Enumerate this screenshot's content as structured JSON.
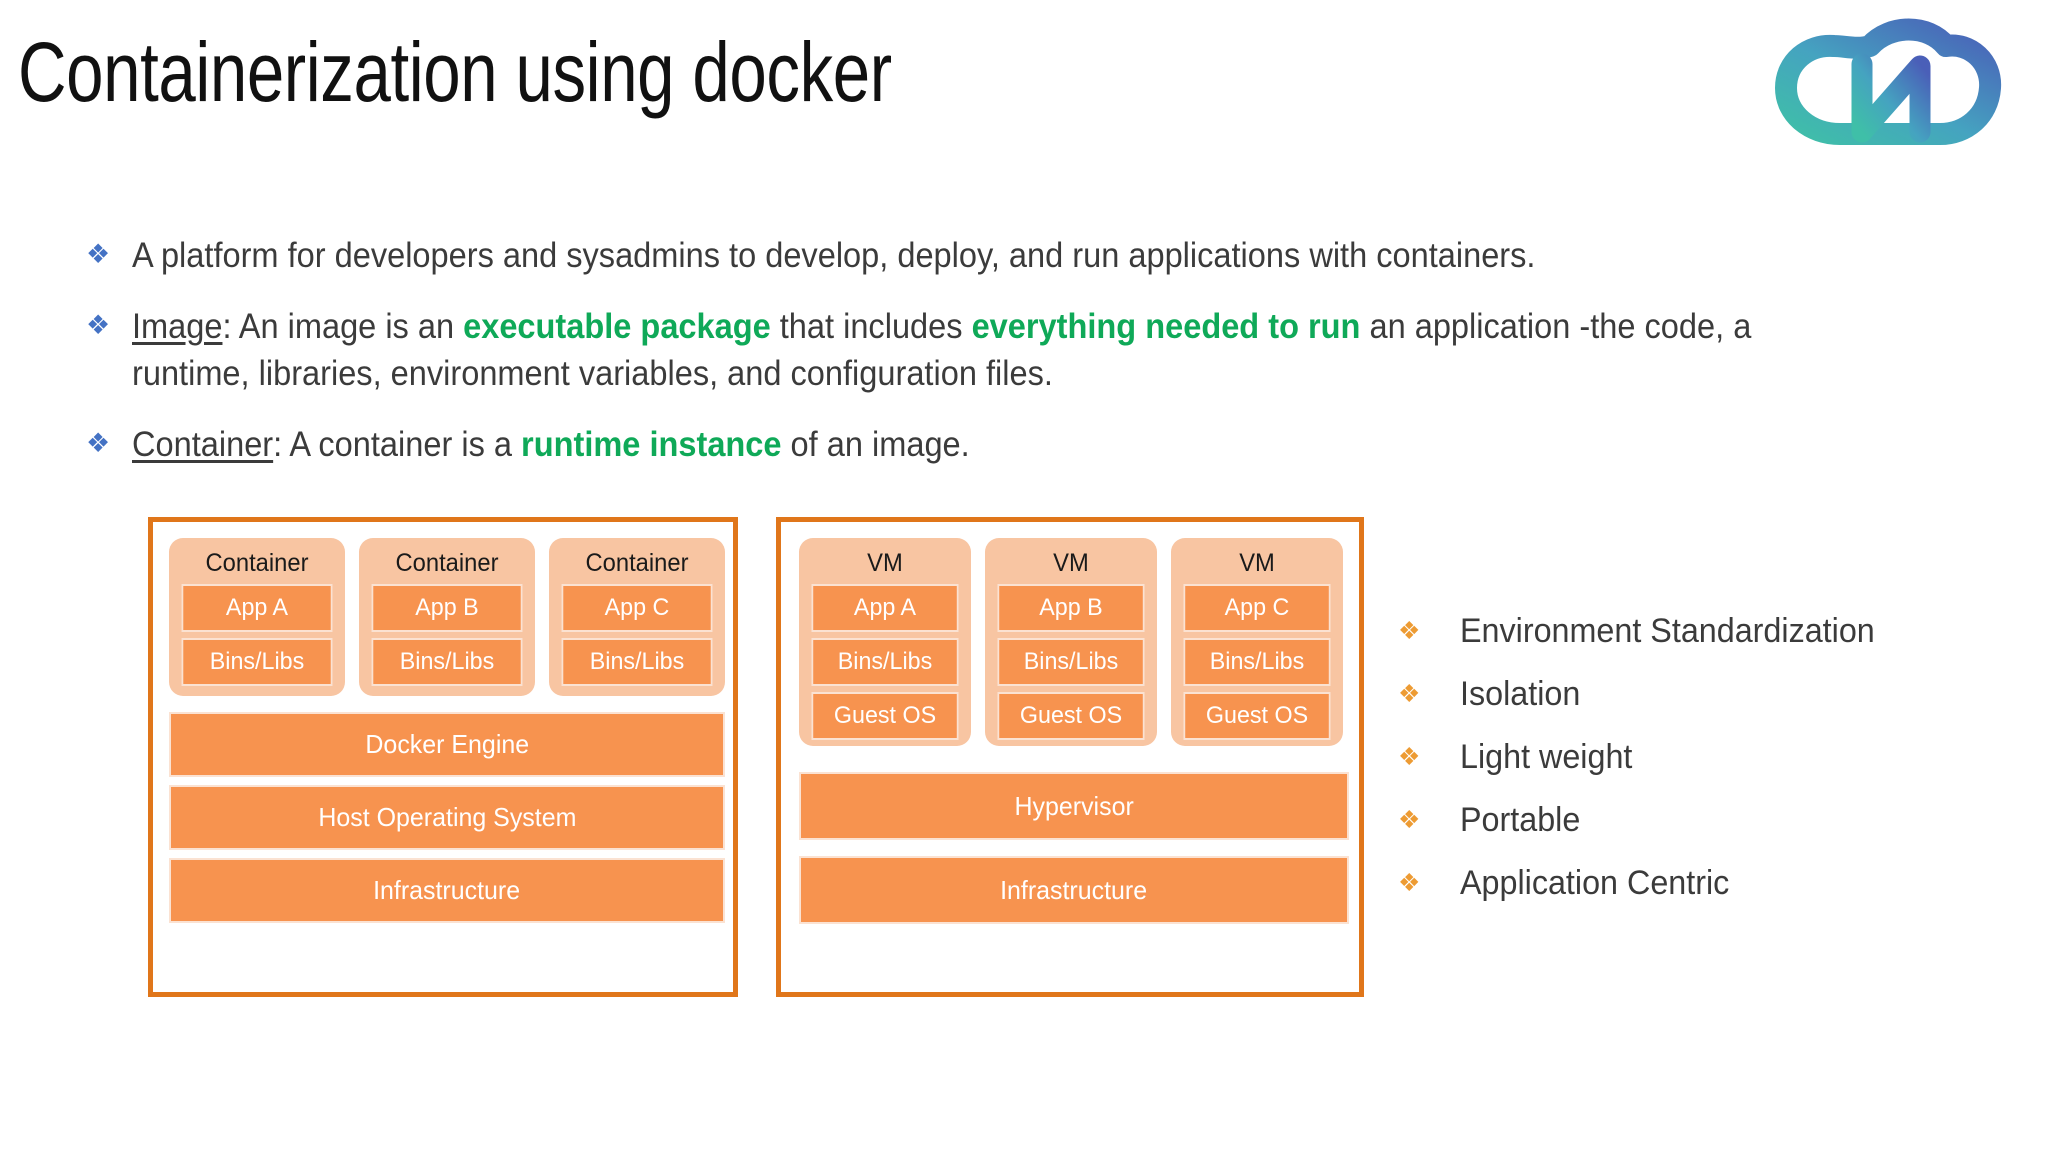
{
  "slide": {
    "title": "Containerization using docker",
    "logo": {
      "name": "cn-cloud-logo",
      "gradient_from": "#3FBFA8",
      "gradient_to": "#4A63B5"
    },
    "bullet_marker": "❖",
    "bullet_color_blue": "#4472C4",
    "bullet_color_orange": "#ED9B33",
    "highlight_color": "#0FA958",
    "bullets": [
      {
        "marker": "❖",
        "segments": [
          {
            "text": "A platform for developers and sysadmins to develop, deploy, and run applications with containers.",
            "style": "normal"
          }
        ]
      },
      {
        "marker": "❖",
        "segments": [
          {
            "text": "Image",
            "style": "underline"
          },
          {
            "text": ": An image is an ",
            "style": "normal"
          },
          {
            "text": "executable package",
            "style": "bold-green"
          },
          {
            "text": " that includes ",
            "style": "normal"
          },
          {
            "text": "everything needed to run",
            "style": "bold-green"
          },
          {
            "text": " an application -the code, a runtime, libraries, environment variables, and configuration files.",
            "style": "normal"
          }
        ]
      },
      {
        "marker": "❖",
        "segments": [
          {
            "text": "Container",
            "style": "underline"
          },
          {
            "text": ": A container is a ",
            "style": "normal"
          },
          {
            "text": "runtime instance",
            "style": "bold-green"
          },
          {
            "text": " of an image.",
            "style": "normal"
          }
        ]
      }
    ],
    "diagrams": {
      "colors": {
        "frame_border": "#E0761A",
        "pod_fill": "#F8C5A2",
        "cell_fill": "#F7934F",
        "cell_border": "#FBE2D2",
        "cell_text": "#FFFFFF",
        "pod_title_text": "#1A1A1A"
      },
      "docker": {
        "name": "docker-architecture",
        "pods": [
          {
            "title": "Container",
            "cells": [
              "App A",
              "Bins/Libs"
            ]
          },
          {
            "title": "Container",
            "cells": [
              "App B",
              "Bins/Libs"
            ]
          },
          {
            "title": "Container",
            "cells": [
              "App C",
              "Bins/Libs"
            ]
          }
        ],
        "bars": [
          "Docker Engine",
          "Host Operating System",
          "Infrastructure"
        ]
      },
      "vm": {
        "name": "vm-architecture",
        "pods": [
          {
            "title": "VM",
            "cells": [
              "App A",
              "Bins/Libs",
              "Guest OS"
            ]
          },
          {
            "title": "VM",
            "cells": [
              "App B",
              "Bins/Libs",
              "Guest OS"
            ]
          },
          {
            "title": "VM",
            "cells": [
              "App C",
              "Bins/Libs",
              "Guest OS"
            ]
          }
        ],
        "bars": [
          "Hypervisor",
          "Infrastructure"
        ]
      }
    },
    "benefits": {
      "marker": "❖",
      "items": [
        "Environment Standardization",
        "Isolation",
        "Light weight",
        "Portable",
        "Application Centric"
      ]
    }
  }
}
